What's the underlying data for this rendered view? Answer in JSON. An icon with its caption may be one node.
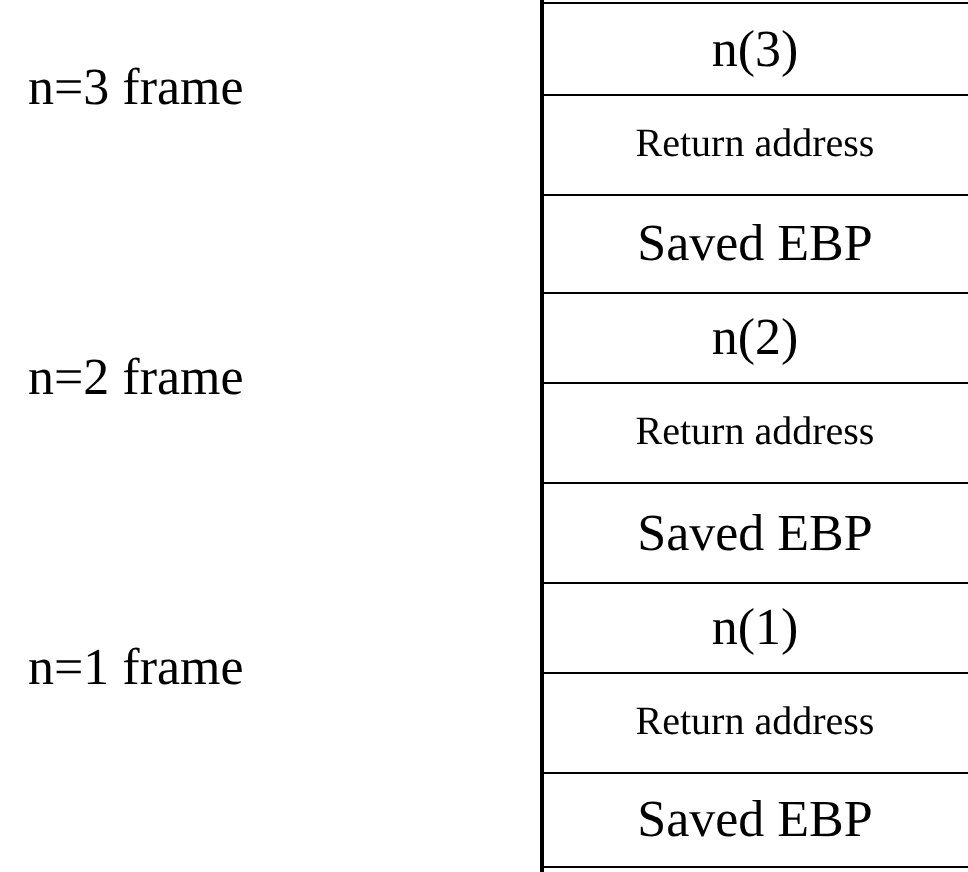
{
  "diagram": {
    "nodes": [
      {
        "text": [
          "n(3)"
        ]
      },
      {
        "text": [
          "Return address"
        ]
      },
      {
        "text": [
          "Saved EBP"
        ]
      },
      {
        "text": [
          "n(2)"
        ]
      },
      {
        "text": [
          "Return address"
        ]
      },
      {
        "text": [
          "Saved EBP"
        ]
      },
      {
        "text": [
          "n(1)"
        ]
      },
      {
        "text": [
          "Return address"
        ]
      },
      {
        "text": [
          "Saved EBP"
        ]
      }
    ],
    "edges": [],
    "labels": [
      "n=3 frame",
      "n=2 frame",
      "n=1 frame"
    ]
  }
}
